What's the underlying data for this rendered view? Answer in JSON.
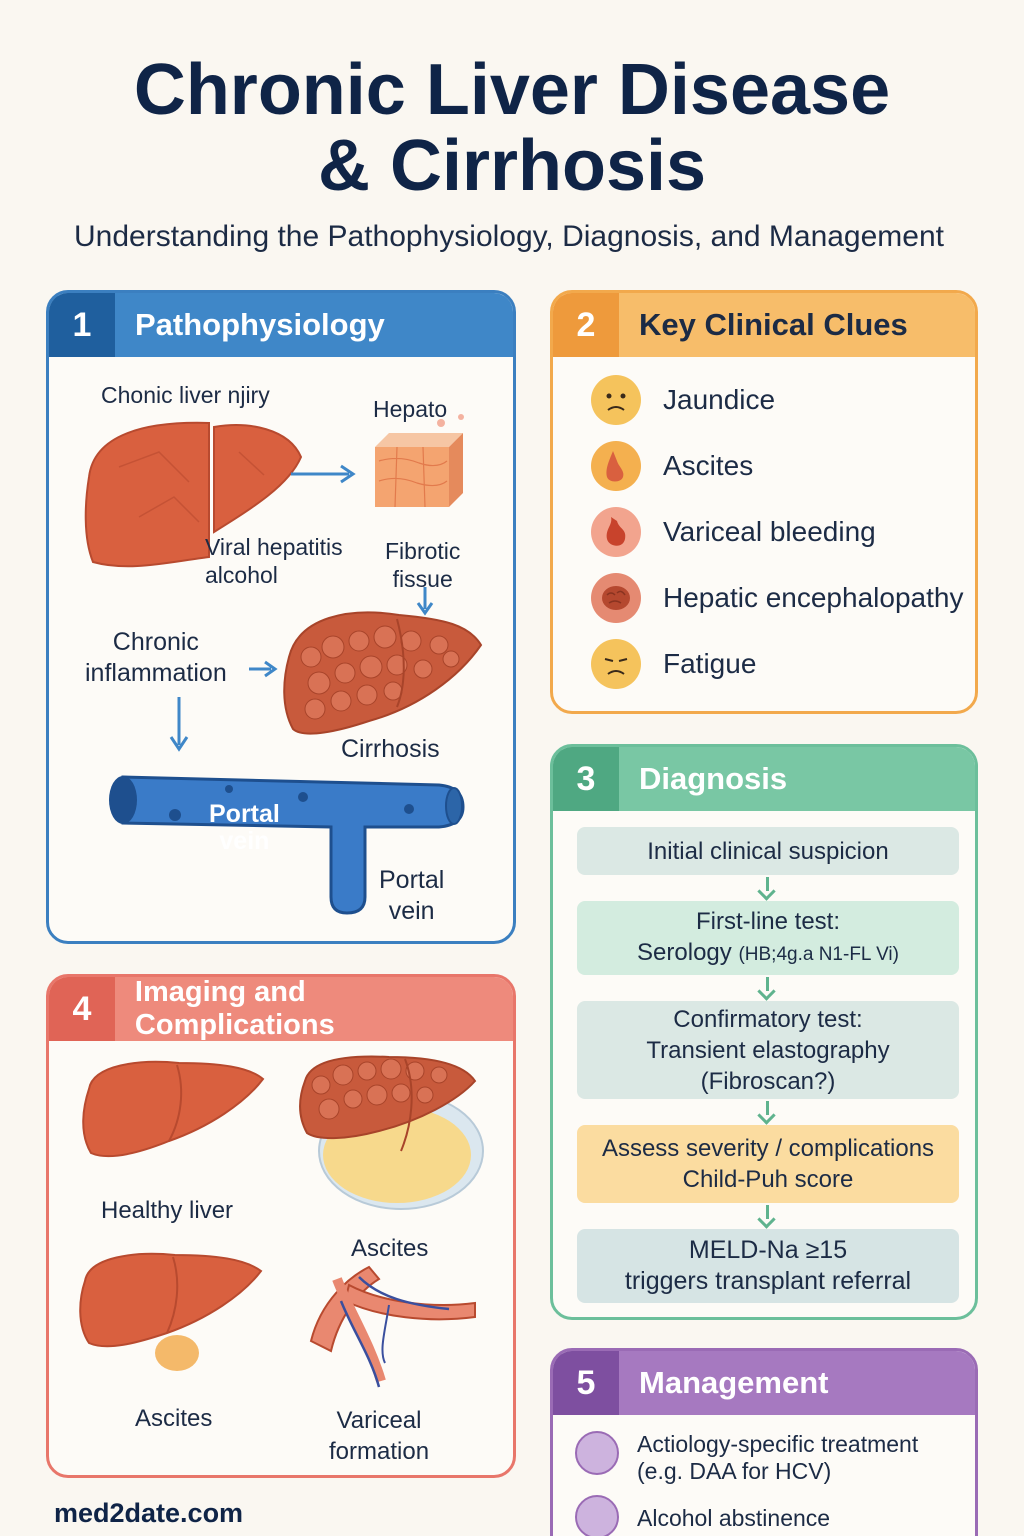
{
  "header": {
    "title_line1": "Chronic Liver Disease",
    "title_line2": "& Cirrhosis",
    "subtitle": "Understanding the Pathophysiology, Diagnosis, and Management"
  },
  "panel1": {
    "number": "1",
    "title": "Pathophysiology",
    "labels": {
      "injury": "Chonic liver njiry",
      "hepato": "Hepato",
      "causes_1": "Viral hepatitis",
      "causes_2": "alcohol",
      "fibrotic_1": "Fibrotic",
      "fibrotic_2": "fissue",
      "inflam_1": "Chronic",
      "inflam_2": "inflammation",
      "cirrhosis": "Cirrhosis",
      "portal_in_1": "Portal",
      "portal_in_2": "vein",
      "portal_out_1": "Portal",
      "portal_out_2": "vein"
    }
  },
  "panel2": {
    "number": "2",
    "title": "Key Clinical Clues",
    "items": [
      {
        "label": "Jaundice",
        "icon": "sad-face-icon",
        "color": "#f5c35c"
      },
      {
        "label": "Ascites",
        "icon": "abdomen-icon",
        "color": "#f4b04f"
      },
      {
        "label": "Variceal bleeding",
        "icon": "stomach-icon",
        "color": "#f2a48e"
      },
      {
        "label": "Hepatic encephalopathy",
        "icon": "brain-icon",
        "color": "#e58a72"
      },
      {
        "label": "Fatigue",
        "icon": "tired-face-icon",
        "color": "#f5c35c"
      }
    ]
  },
  "panel3": {
    "number": "3",
    "title": "Diagnosis",
    "steps": [
      {
        "line1": "Initial clinical suspicion",
        "line2": "",
        "line3": "",
        "color": "#dbe8e4"
      },
      {
        "line1": "First-line test:",
        "line2": "Serology",
        "line2b": "(HB;4g.a N1-FL Vi)",
        "line3": "",
        "color": "#d3ecdf"
      },
      {
        "line1": "Confirmatory test:",
        "line2": "Transient elastography",
        "line3": "(Fibroscan?)",
        "color": "#dbe8e4"
      },
      {
        "line1": "Assess severity / complications",
        "line2": "Child-Puh score",
        "line3": "",
        "color": "#fbdca0"
      },
      {
        "line1": "MELD-Na ≥15",
        "line2": "triggers transplant referral",
        "line3": "",
        "color": "#d6e4e4"
      }
    ]
  },
  "panel4": {
    "number": "4",
    "title": "Imaging and Complications",
    "labels": {
      "healthy": "Healthy liver",
      "ascites_top": "Ascites",
      "ascites_bottom": "Ascites",
      "variceal_1": "Variceal",
      "variceal_2": "formation"
    }
  },
  "panel5": {
    "number": "5",
    "title": "Management",
    "items": [
      {
        "line1": "Actiology-specific treatment",
        "line2": "(e.g. DAA for HCV)",
        "icon": "pill-icon"
      },
      {
        "line1": "Alcohol abstinence",
        "line2": "",
        "icon": "no-alcohol-icon"
      }
    ]
  },
  "footer": {
    "site": "med2date.com"
  },
  "colors": {
    "blue": "#3f87c8",
    "orange": "#f7bd6a",
    "green": "#79c7a4",
    "red": "#ee8a7c",
    "purple": "#a679c0",
    "liver": "#d9603f"
  }
}
